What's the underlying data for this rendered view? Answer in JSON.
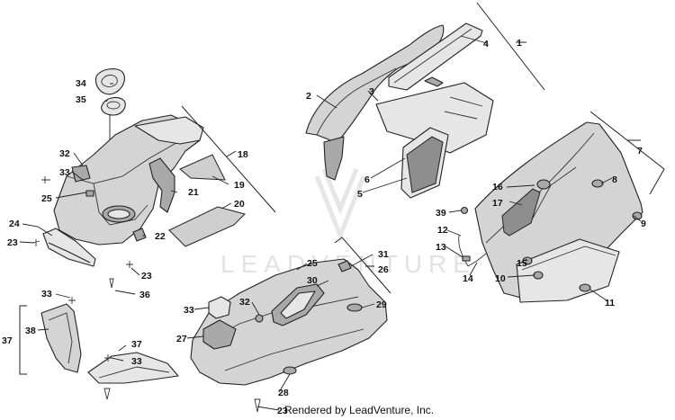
{
  "watermark": {
    "text": "LEADVENTURE"
  },
  "footer": {
    "credit": "Rendered by LeadVenture, Inc."
  },
  "callouts": [
    {
      "id": "c1",
      "label": "1"
    },
    {
      "id": "c2",
      "label": "2"
    },
    {
      "id": "c3",
      "label": "3"
    },
    {
      "id": "c4",
      "label": "4"
    },
    {
      "id": "c5",
      "label": "5"
    },
    {
      "id": "c6",
      "label": "6"
    },
    {
      "id": "c7",
      "label": "7"
    },
    {
      "id": "c8",
      "label": "8"
    },
    {
      "id": "c9",
      "label": "9"
    },
    {
      "id": "c10",
      "label": "10"
    },
    {
      "id": "c11",
      "label": "11"
    },
    {
      "id": "c12",
      "label": "12"
    },
    {
      "id": "c13",
      "label": "13"
    },
    {
      "id": "c14",
      "label": "14"
    },
    {
      "id": "c15",
      "label": "15"
    },
    {
      "id": "c16",
      "label": "16"
    },
    {
      "id": "c17",
      "label": "17"
    },
    {
      "id": "c18",
      "label": "18"
    },
    {
      "id": "c19",
      "label": "19"
    },
    {
      "id": "c20",
      "label": "20"
    },
    {
      "id": "c21",
      "label": "21"
    },
    {
      "id": "c22",
      "label": "22"
    },
    {
      "id": "c23a",
      "label": "23"
    },
    {
      "id": "c23b",
      "label": "23"
    },
    {
      "id": "c23c",
      "label": "23"
    },
    {
      "id": "c24",
      "label": "24"
    },
    {
      "id": "c25a",
      "label": "25"
    },
    {
      "id": "c25b",
      "label": "25"
    },
    {
      "id": "c26",
      "label": "26"
    },
    {
      "id": "c27",
      "label": "27"
    },
    {
      "id": "c28",
      "label": "28"
    },
    {
      "id": "c29",
      "label": "29"
    },
    {
      "id": "c30",
      "label": "30"
    },
    {
      "id": "c31",
      "label": "31"
    },
    {
      "id": "c32a",
      "label": "32"
    },
    {
      "id": "c32b",
      "label": "32"
    },
    {
      "id": "c33a",
      "label": "33"
    },
    {
      "id": "c33b",
      "label": "33"
    },
    {
      "id": "c33c",
      "label": "33"
    },
    {
      "id": "c33d",
      "label": "33"
    },
    {
      "id": "c34",
      "label": "34"
    },
    {
      "id": "c35",
      "label": "35"
    },
    {
      "id": "c36",
      "label": "36"
    },
    {
      "id": "c37a",
      "label": "37"
    },
    {
      "id": "c37b",
      "label": "37"
    },
    {
      "id": "c38",
      "label": "38"
    },
    {
      "id": "c39",
      "label": "39"
    }
  ]
}
